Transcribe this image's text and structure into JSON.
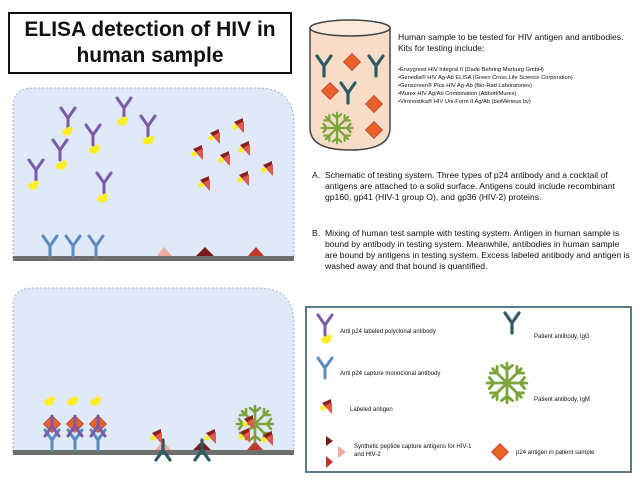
{
  "title": "ELISA detection of HIV in human sample",
  "panel_a_label": "A",
  "panel_b_label": "B",
  "sample_intro": "Human sample to be tested for HIV antigen and antibodies. Kits for testing include:",
  "kits": [
    "•Enzygnost HIV Integral II (Dade Behring Marburg GmbH)",
    "•Genedia® HIV Ag-Ab ELISA (Green Cross Life Science Corporation)",
    "•Genscreen® Plus HIV Ag-Ab (Bio-Rad Laboratories)",
    "•Murex HIV Ag/Ab Combination (Abbott/Murex)",
    "•Vironostika® HIV Uni-Form II Ag/Ab (bioMérieux bv)"
  ],
  "desc_a_label": "A.",
  "desc_a": "Schematic of testing system. Three types of p24 antibody and a cocktail of antigens are attached to a solid surface. Antigens could include recombinant gp160, gp41 (HIV-1 group O), and gp36 (HIV-2) proteins.",
  "desc_b_label": "B.",
  "desc_b": "Mixing of human test sample with testing system. Antigen in human sample is bound by antibody in testing system.  Meanwhile, antibodies in human sample are bound by antigens in testing system. Excess labeled antibody and antigen is washed away and that bound is quantified.",
  "legend": {
    "anti_p24_labeled": "Anti p24 labeled polyclonal antibody",
    "patient_igg": "Patient antibody, IgG",
    "anti_p24_capture": "Anti p24 capture monoclonal antibody",
    "patient_igm": "Patient antibody, IgM",
    "labeled_antigen": "Labeled antigen",
    "synthetic_peptide": "Synthetic peptide capture antigens for HIV-1 and HIV-2",
    "p24_antigen": "p24 antigen in patient sample"
  },
  "colors": {
    "purple_antibody": "#7b5aa6",
    "blue_antibody": "#5b8cc0",
    "teal_antibody": "#2e5a66",
    "igm_green": "#7aa53a",
    "label_yellow": "#ffee22",
    "antigen_dark_red": "#b03030",
    "antigen_pink": "#f0a8a0",
    "p24_orange": "#e8622a",
    "well_fill": "#dfe9f7"
  }
}
